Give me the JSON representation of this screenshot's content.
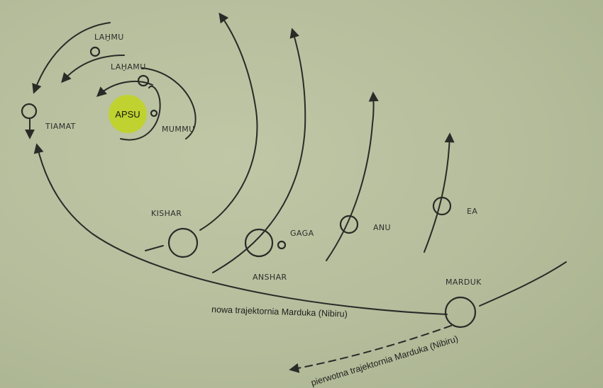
{
  "colors": {
    "sun": "#bfd230",
    "ink": "#2a2a27",
    "background": "#b5bd9c"
  },
  "bodies": {
    "apsu": "APSU",
    "mummu": "MUMMU",
    "lahamu": "LAḪAMU",
    "lahmu": "LAḪMU",
    "tiamat": "TIAMAT",
    "kishar": "KISHAR",
    "anshar": "ANSHAR",
    "gaga": "GAGA",
    "anu": "ANU",
    "ea": "EA",
    "marduk": "MARDUK"
  },
  "trajectories": {
    "new": "nowa trajektornia Marduka (Nibiru)",
    "original": "pierwotna trajektornia Marduka (Nibiru)"
  }
}
